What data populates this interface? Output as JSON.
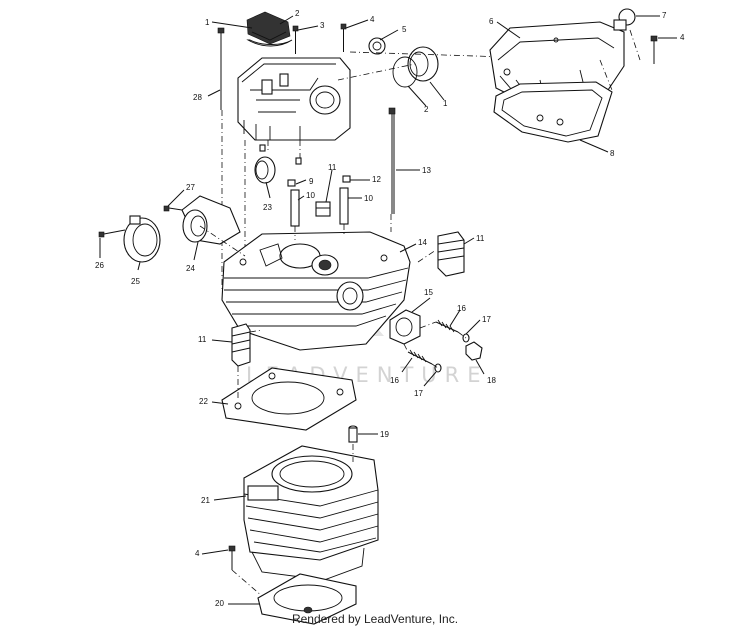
{
  "diagram": {
    "watermark": "LEADVENTURE",
    "footer": "Rendered by LeadVenture, Inc."
  },
  "callouts": [
    {
      "id": "c1a",
      "text": "1"
    },
    {
      "id": "c2a",
      "text": "2"
    },
    {
      "id": "c3",
      "text": "3"
    },
    {
      "id": "c4a",
      "text": "4"
    },
    {
      "id": "c5",
      "text": "5"
    },
    {
      "id": "c6",
      "text": "6"
    },
    {
      "id": "c7",
      "text": "7"
    },
    {
      "id": "c4b",
      "text": "4"
    },
    {
      "id": "c28",
      "text": "28"
    },
    {
      "id": "c2b",
      "text": "2"
    },
    {
      "id": "c1b",
      "text": "1"
    },
    {
      "id": "c8",
      "text": "8"
    },
    {
      "id": "c13",
      "text": "13"
    },
    {
      "id": "c9",
      "text": "9"
    },
    {
      "id": "c11a",
      "text": "11"
    },
    {
      "id": "c12",
      "text": "12"
    },
    {
      "id": "c10a",
      "text": "10"
    },
    {
      "id": "c10b",
      "text": "10"
    },
    {
      "id": "c23",
      "text": "23"
    },
    {
      "id": "c27",
      "text": "27"
    },
    {
      "id": "c14",
      "text": "14"
    },
    {
      "id": "c11b",
      "text": "11"
    },
    {
      "id": "c26",
      "text": "26"
    },
    {
      "id": "c24",
      "text": "24"
    },
    {
      "id": "c25",
      "text": "25"
    },
    {
      "id": "c15",
      "text": "15"
    },
    {
      "id": "c16a",
      "text": "16"
    },
    {
      "id": "c17a",
      "text": "17"
    },
    {
      "id": "c11c",
      "text": "11"
    },
    {
      "id": "c16b",
      "text": "16"
    },
    {
      "id": "c18",
      "text": "18"
    },
    {
      "id": "c17b",
      "text": "17"
    },
    {
      "id": "c22",
      "text": "22"
    },
    {
      "id": "c19",
      "text": "19"
    },
    {
      "id": "c21",
      "text": "21"
    },
    {
      "id": "c4c",
      "text": "4"
    },
    {
      "id": "c20",
      "text": "20"
    }
  ]
}
